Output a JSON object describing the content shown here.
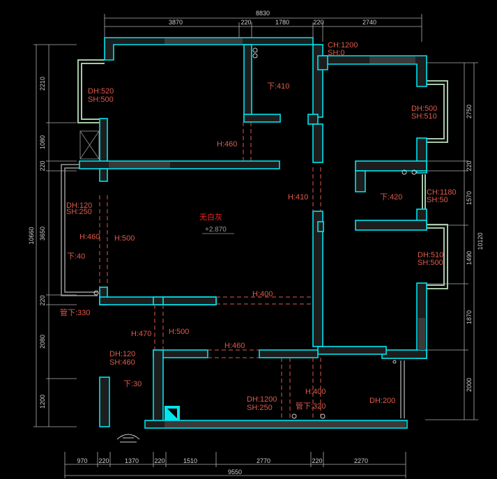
{
  "plan": {
    "top_total": "8830",
    "top_segments": [
      "3870",
      "220",
      "1780",
      "220",
      "2740"
    ],
    "bottom_total": "9550",
    "bottom_segments": [
      "970",
      "220",
      "1370",
      "220",
      "1510",
      "2770",
      "220",
      "2270"
    ],
    "left_total": "10660",
    "left_segments": [
      "2210",
      "1080",
      "220",
      "3650",
      "220",
      "2080",
      "1200"
    ],
    "right_total": "10120",
    "right_segments": [
      "2750",
      "220",
      "1570",
      "1490",
      "1870",
      "2000"
    ],
    "room_label": "无白灰",
    "level_mark": "+2.870",
    "annotations": {
      "ch_1200": "CH:1200",
      "sh_0": "SH:0",
      "dh_520": "DH:520",
      "sh_500_a": "SH:500",
      "down_410": "下:410",
      "h_460_a": "H:460",
      "dh_500": "DH:500",
      "sh_510": "SH:510",
      "h_410": "H:410",
      "down_420": "下:420",
      "ch_1180": "CH:1180",
      "sh_50": "SH:50",
      "dh_120_a": "DH:120",
      "sh_250": "SH:250",
      "h_460_b": "H:460",
      "h_500_a": "H:500",
      "down_40": "下:40",
      "dh_510": "DH:510",
      "sh_500_b": "SH:500",
      "h_400_a": "H:400",
      "pipe_330": "管下:330",
      "h_470": "H:470",
      "h_500_b": "H:500",
      "h_460_c": "H:460",
      "dh_120_b": "DH:120",
      "sh_460": "SH:460",
      "down_30": "下:30",
      "h_400_b": "H:400",
      "dh_1200": "DH:1200",
      "sh_250_b": "SH:250",
      "pipe_320": "管下:320",
      "dh_200": "DH:200"
    }
  },
  "colors": {
    "background": "#000000",
    "wall": "#00e5ee",
    "wall_fill": "#2a2a2a",
    "window": "#8fbf8f",
    "dimension": "#d0d0d0",
    "annotation": "#e05a4a",
    "dashed": "#e05a4a",
    "room_label": "#ff2020"
  }
}
